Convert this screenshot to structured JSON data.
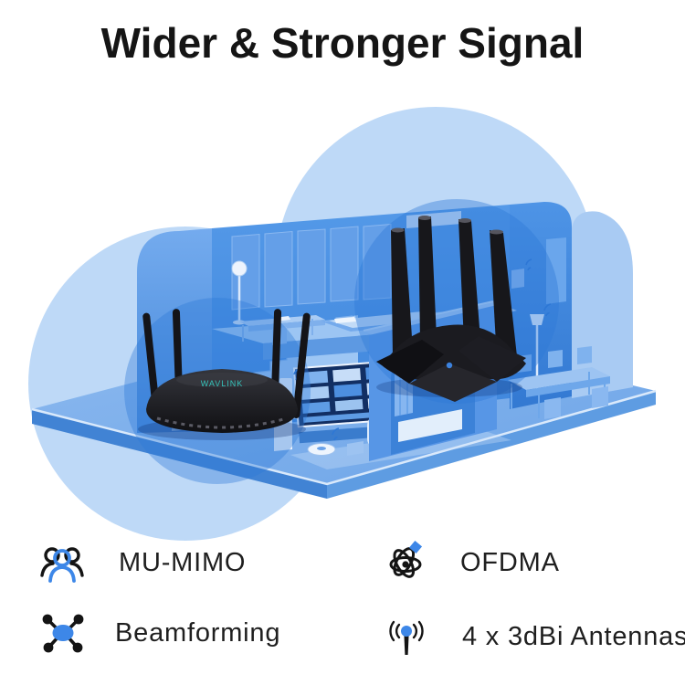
{
  "title": "Wider & Stronger Signal",
  "illustration": {
    "router_left_label": "WAVLINK"
  },
  "features": [
    {
      "label": "MU-MIMO",
      "icon": "mu-mimo-users-icon"
    },
    {
      "label": "OFDMA",
      "icon": "ofdma-atom-icon"
    },
    {
      "label": "Beamforming",
      "icon": "beamforming-nodes-icon"
    },
    {
      "label": "4 x 3dBi Antennas",
      "icon": "antenna-signal-icon"
    }
  ],
  "colors": {
    "accent_blue": "#3d87e8",
    "signal_circle_light": "#bcd8f7",
    "signal_circle_dark": "#2c79d8",
    "house_wall_mid": "#4a90e2",
    "house_floor_light": "#9cc5f3",
    "router_black": "#17171b",
    "logo_teal": "#35c2b9",
    "text_dark": "#1a1a1a"
  }
}
